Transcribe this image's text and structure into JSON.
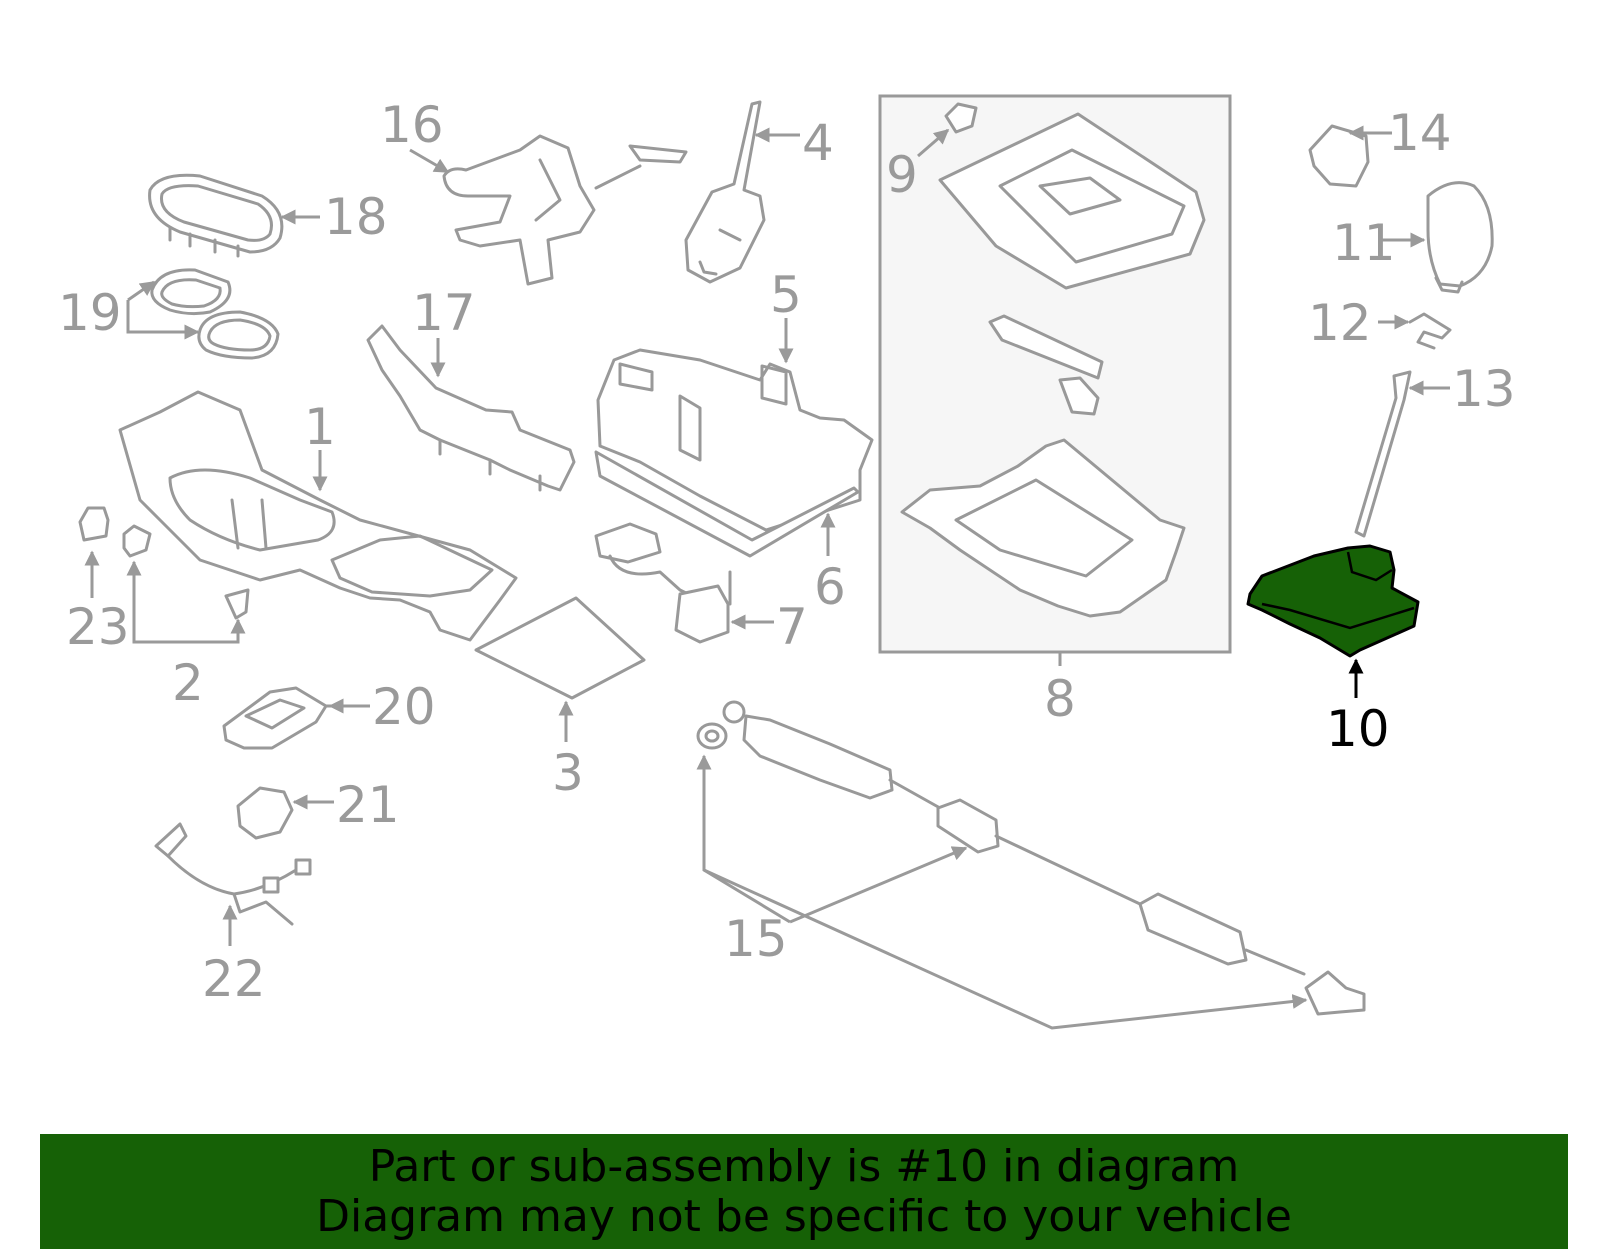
{
  "diagram": {
    "labels": {
      "l1": "1",
      "l2": "2",
      "l3": "3",
      "l4": "4",
      "l5": "5",
      "l6": "6",
      "l7": "7",
      "l8": "8",
      "l9": "9",
      "l10": "10",
      "l11": "11",
      "l12": "12",
      "l13": "13",
      "l14": "14",
      "l15": "15",
      "l16": "16",
      "l17": "17",
      "l18": "18",
      "l19": "19",
      "l20": "20",
      "l21": "21",
      "l22": "22",
      "l23": "23"
    },
    "highlighted_part": "10",
    "highlight_color": "#166106",
    "line_color": "#999999"
  },
  "banner": {
    "line1": "Part or sub-assembly is #10 in diagram",
    "line2": "Diagram may not be specific to your vehicle",
    "background": "#166106"
  }
}
